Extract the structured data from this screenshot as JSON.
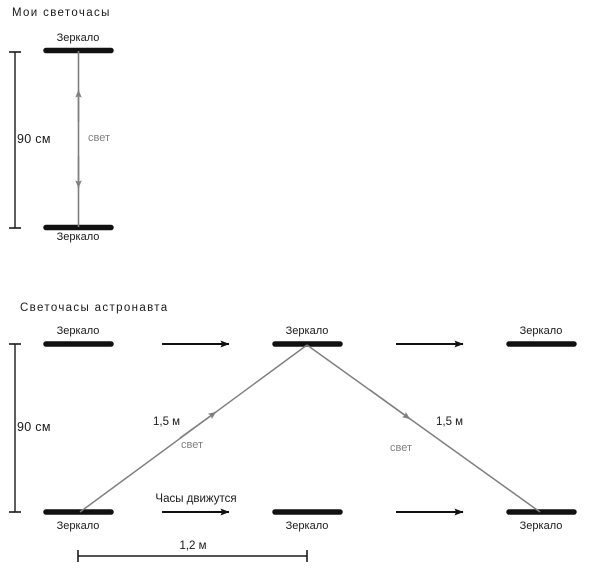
{
  "page": {
    "background": "#ffffff",
    "ink": "#1a1a1a",
    "light_color": "#808080",
    "mirror_color": "#111111"
  },
  "sections": [
    {
      "id": "my-light-clock",
      "title": "Мои светочасы",
      "vertical_dimension": "90 см",
      "light_label": "свет",
      "mirrors": [
        {
          "id": "top",
          "label": "Зеркало"
        },
        {
          "id": "bottom",
          "label": "Зеркало"
        }
      ]
    },
    {
      "id": "astronaut-light-clock",
      "title": "Светочасы астронавта",
      "vertical_dimension": "90 см",
      "horizontal_dimension": "1,2 м",
      "motion_label": "Часы движутся",
      "top_mirrors": [
        {
          "id": "top-left",
          "label": "Зеркало"
        },
        {
          "id": "top-middle",
          "label": "Зеркало"
        },
        {
          "id": "top-right",
          "label": "Зеркало"
        }
      ],
      "bottom_mirrors": [
        {
          "id": "bottom-left",
          "label": "Зеркало"
        },
        {
          "id": "bottom-middle",
          "label": "Зеркало"
        },
        {
          "id": "bottom-right",
          "label": "Зеркало"
        }
      ],
      "light_paths": [
        {
          "id": "up-leg",
          "length_label": "1,5 м",
          "light_label": "свет"
        },
        {
          "id": "down-leg",
          "length_label": "1,5 м",
          "light_label": "свет"
        }
      ],
      "motion_arrows": 4
    }
  ],
  "chart_data": {
    "type": "diagram",
    "title": "Light clock / time dilation diagram",
    "units": {
      "vertical": "см",
      "horizontal": "м"
    },
    "rest_frame": {
      "label": "Мои светочасы",
      "mirror_separation": 90,
      "mirror_separation_label": "90 см",
      "light_path_label": "свет",
      "light_direction": "both"
    },
    "moving_frame": {
      "label": "Светочасы астронавта",
      "mirror_separation": 90,
      "mirror_separation_label": "90 см",
      "horizontal_travel": 1.2,
      "horizontal_travel_label": "1,2 м",
      "diagonal_leg_length": 1.5,
      "diagonal_leg_label": "1,5 м",
      "legs": 2,
      "motion_label": "Часы движутся",
      "light_path_label": "свет"
    }
  }
}
